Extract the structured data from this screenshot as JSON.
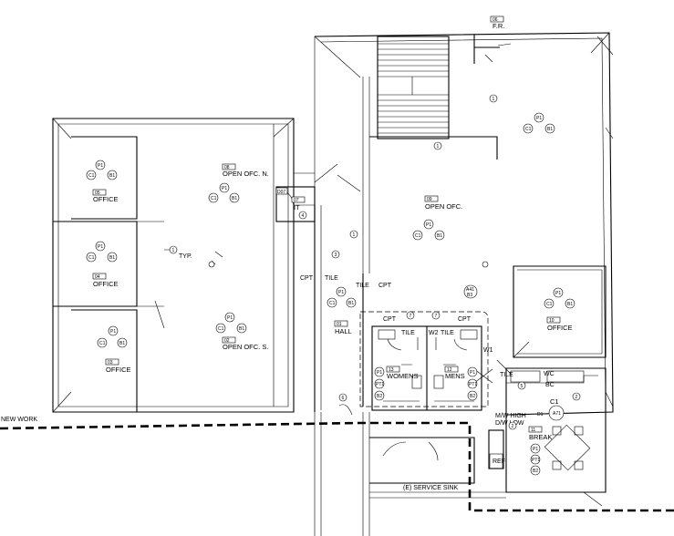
{
  "rooms": [
    {
      "num": "08",
      "name": "OPEN OFC. N.",
      "tags": [
        "P1",
        "C1",
        "B1"
      ]
    },
    {
      "num": "05",
      "name": "OFFICE",
      "tags": [
        "P1",
        "C1",
        "B1"
      ]
    },
    {
      "num": "04",
      "name": "OFFICE",
      "tags": [
        "P1",
        "C1",
        "B1"
      ]
    },
    {
      "num": "03",
      "name": "OFFICE",
      "tags": [
        "P1",
        "C1",
        "B1"
      ]
    },
    {
      "num": "02",
      "name": "OPEN OFC. S.",
      "tags": [
        "P1",
        "C1",
        "B1"
      ]
    },
    {
      "num": "07",
      "name": "IT",
      "tags": [
        "D07"
      ]
    },
    {
      "num": "01",
      "name": "HALL",
      "tags": [
        "P1",
        "C1",
        "B1"
      ]
    },
    {
      "num": "09",
      "name": "OPEN OFC.",
      "tags": [
        "P1",
        "C1",
        "B1"
      ]
    },
    {
      "num": "10",
      "name": "OFFICE",
      "tags": [
        "P1",
        "C1",
        "B1"
      ]
    },
    {
      "num": "13",
      "name": "WOMENS",
      "tags": [
        "P1",
        "PT1",
        "B2"
      ]
    },
    {
      "num": "12",
      "name": "MENS",
      "tags": [
        "P1",
        "PT1",
        "B2"
      ]
    },
    {
      "num": "11",
      "name": "BREAK",
      "tags": [
        "P1",
        "PT1",
        "B2",
        "C1",
        "D1",
        "A71"
      ]
    },
    {
      "num": "06",
      "name": "F.R.",
      "tags": []
    }
  ],
  "notes": {
    "typ": "TYP.",
    "new_work": "NEW WORK",
    "cpt": "CPT",
    "tile": "TILE",
    "w2": "W2",
    "w1": "W1",
    "wc": "WC",
    "bc": "BC",
    "mw": "M/W HIGH",
    "dw": "D/W LOW",
    "ref": "REF",
    "service_sink": "(E) SERVICE SINK",
    "a41": "A41",
    "a41_sub": "B3"
  },
  "keynotes": [
    "1",
    "2",
    "3",
    "4",
    "5",
    "6",
    "7"
  ]
}
